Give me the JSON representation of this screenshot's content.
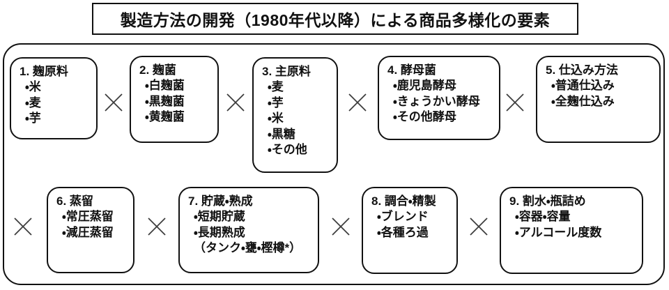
{
  "title": "製造方法の開発（1980年代以降）による商品多様化の要素",
  "operator": {
    "name": "multiply-icon",
    "symbol": "×"
  },
  "colors": {
    "background": "#ffffff",
    "border": "#111111",
    "text": "#111111",
    "multiply": "#3d3d3d"
  },
  "boxes": [
    {
      "title": "1. 麹原料",
      "items": [
        "・米",
        "・麦",
        "・芋"
      ]
    },
    {
      "title": "2. 麹菌",
      "items": [
        "・白麹菌",
        "・黒麹菌",
        "・黄麹菌"
      ]
    },
    {
      "title": "3. 主原料",
      "items": [
        "・麦",
        "・芋",
        "・米",
        "・黒糖",
        "・その他"
      ]
    },
    {
      "title": "4. 酵母菌",
      "items": [
        "・鹿児島酵母",
        "・きょうかい酵母",
        "・その他酵母"
      ]
    },
    {
      "title": "5. 仕込み方法",
      "items": [
        "・普通仕込み",
        "・全麹仕込み"
      ]
    },
    {
      "title": "6. 蒸留",
      "items": [
        "・常圧蒸留",
        "・減圧蒸留"
      ]
    },
    {
      "title": "7. 貯蔵・熟成",
      "items": [
        "・短期貯蔵",
        "・長期熟成",
        "（タンク・甕・樫樽*）"
      ]
    },
    {
      "title": "8. 調合・精製",
      "items": [
        "・ブレンド",
        "・各種ろ過"
      ]
    },
    {
      "title": "9. 割水・瓶詰め",
      "items": [
        "・容器・容量",
        "・アルコール度数"
      ]
    }
  ]
}
